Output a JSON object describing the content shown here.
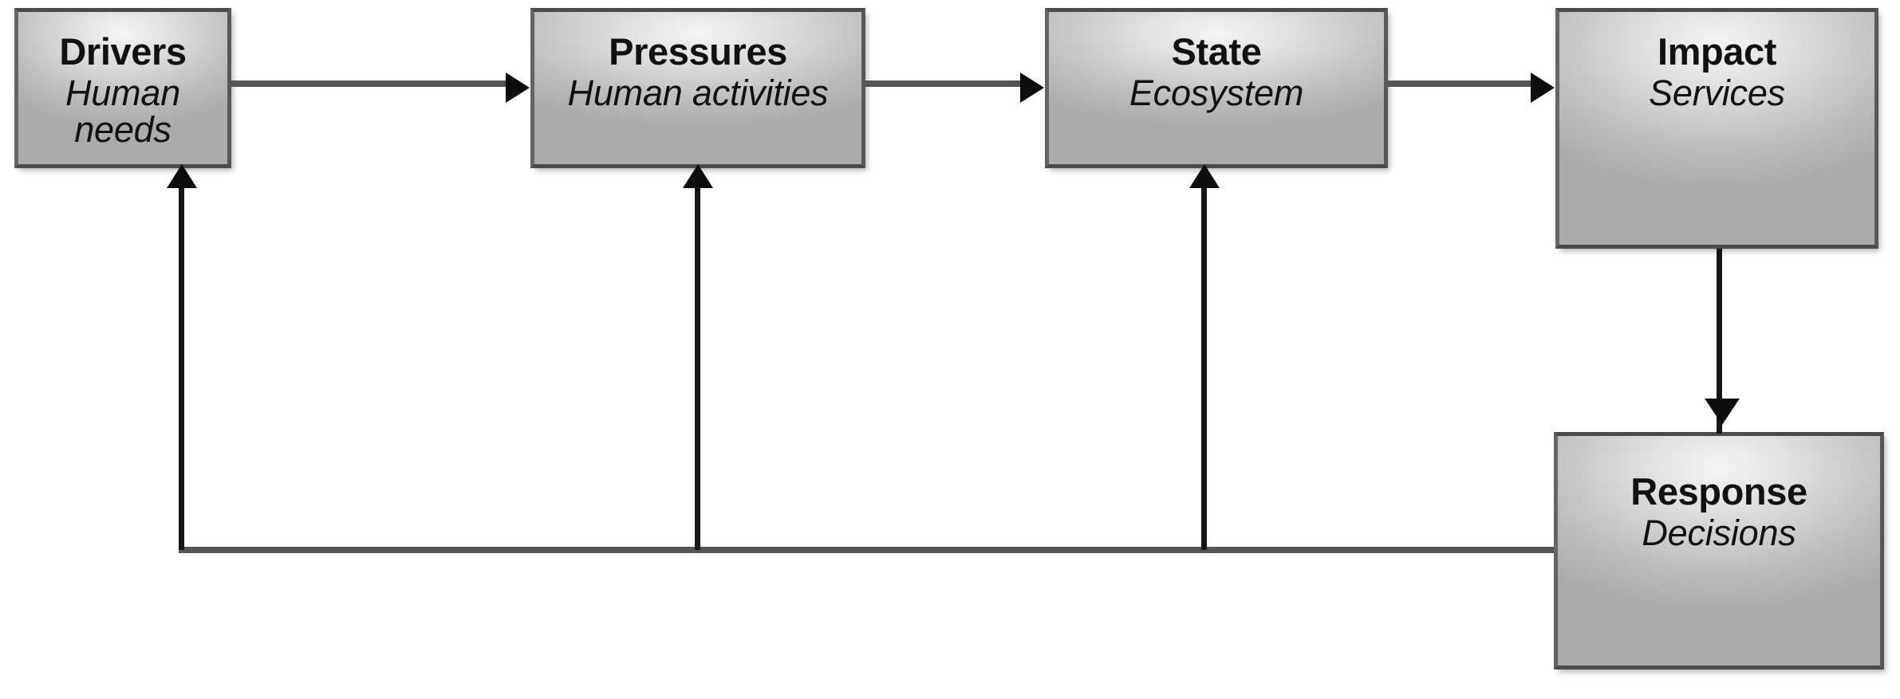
{
  "diagram": {
    "type": "flow-diagram",
    "name": "DPSIR framework",
    "background_color": "#ffffff",
    "node_fill_light": "#f4f4f4",
    "node_fill_dark": "#ababab",
    "node_border_color": "#5c5c5c",
    "connector_color": "#555555",
    "arrowhead_color": "#0d0d0d",
    "nodes": [
      {
        "id": "drivers",
        "title": "Drivers",
        "subtitle": "Human needs"
      },
      {
        "id": "pressures",
        "title": "Pressures",
        "subtitle": "Human activities"
      },
      {
        "id": "state",
        "title": "State",
        "subtitle": "Ecosystem"
      },
      {
        "id": "impact",
        "title": "Impact",
        "subtitle": "Services"
      },
      {
        "id": "response",
        "title": "Response",
        "subtitle": "Decisions"
      }
    ],
    "connectors": [
      {
        "id": "drivers-to-pressures",
        "from": "drivers",
        "to": "pressures",
        "direction": "right"
      },
      {
        "id": "pressures-to-state",
        "from": "pressures",
        "to": "state",
        "direction": "right"
      },
      {
        "id": "state-to-impact",
        "from": "state",
        "to": "impact",
        "direction": "right"
      },
      {
        "id": "impact-to-response",
        "from": "impact",
        "to": "response",
        "direction": "down"
      },
      {
        "id": "response-to-drivers",
        "from": "response",
        "to": "drivers",
        "direction": "up"
      },
      {
        "id": "response-to-pressures",
        "from": "response",
        "to": "pressures",
        "direction": "up"
      },
      {
        "id": "response-to-state",
        "from": "response",
        "to": "state",
        "direction": "up"
      }
    ]
  }
}
